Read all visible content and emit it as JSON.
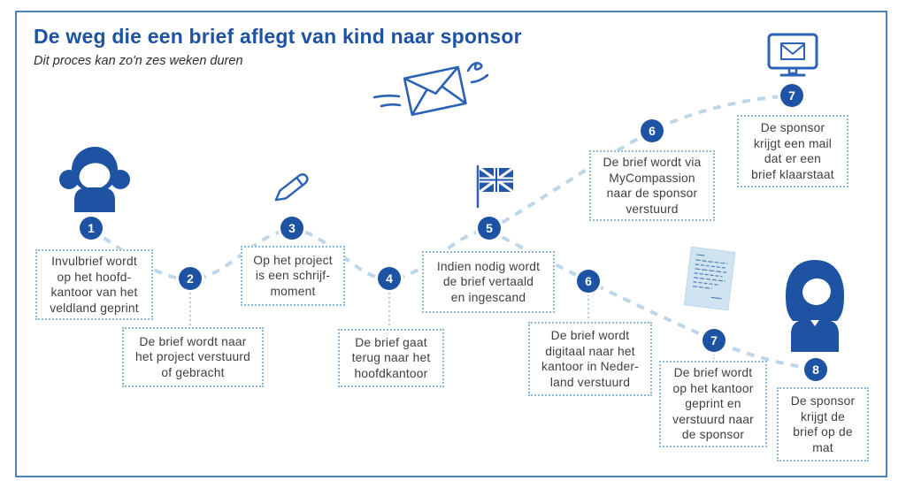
{
  "header": {
    "title": "De weg die een brief aflegt van kind naar sponsor",
    "subtitle": "Dit proces kan zo'n zes weken duren"
  },
  "steps": [
    {
      "number": "1",
      "text": "Invulbrief wordt\nop het hoofd-\nkantoor van het\nveldland geprint"
    },
    {
      "number": "2",
      "text": "De brief wordt naar\nhet project verstuurd\nof gebracht"
    },
    {
      "number": "3",
      "text": "Op het project\nis een schrijf-\nmoment"
    },
    {
      "number": "4",
      "text": "De brief gaat\nterug naar het\nhoofdkantoor"
    },
    {
      "number": "5",
      "text": "Indien nodig wordt\nde brief vertaald\nen ingescand"
    },
    {
      "number": "6",
      "text": "De brief wordt via\nMyCompassion\nnaar de sponsor\nverstuurd"
    },
    {
      "number": "7",
      "text": "De sponsor\nkrijgt een mail\ndat er een\nbrief klaarstaat"
    },
    {
      "number": "6",
      "text": "De brief wordt\ndigitaal naar het\nkantoor in Neder-\nland verstuurd"
    },
    {
      "number": "7",
      "text": "De brief wordt\nop het kantoor\ngeprint en\nverstuurd naar\nde sponsor"
    },
    {
      "number": "8",
      "text": "De sponsor\nkrijgt de\nbrief op de\nmat"
    }
  ],
  "icons": [
    "child-icon",
    "pencil-icon",
    "flying-envelope-icon",
    "uk-flag-icon",
    "monitor-mail-icon",
    "handwritten-letter-icon",
    "sponsor-icon"
  ],
  "colors": {
    "accent_dark_blue": "#1d53a2",
    "icon_stroke_blue": "#2b62b5",
    "path_dash_blue": "#bdd6e8",
    "leader_dot_blue": "#9cc0dc",
    "box_border_blue": "#8fb9d9",
    "box_text": "#3f3f3f",
    "frame_border": "#4d82bb",
    "letter_paper": "#cfe3f1",
    "letter_ink": "#4a7ab0",
    "flag_blue": "#2456a8"
  }
}
